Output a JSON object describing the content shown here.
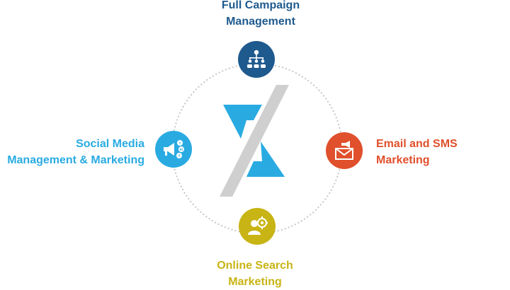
{
  "services": {
    "top": {
      "line1": "Full Campaign",
      "line2": "Management",
      "color": "#1e5a8e",
      "icon": "org-chart-icon"
    },
    "left": {
      "line1": "Social Media",
      "line2": "Management & Marketing",
      "color": "#29abe2",
      "icon": "megaphone-social-icon"
    },
    "right": {
      "line1": "Email and SMS",
      "line2": "Marketing",
      "color": "#e0502c",
      "icon": "email-megaphone-icon"
    },
    "bottom": {
      "line1": "Online Search",
      "line2": "Marketing",
      "color": "#c8b414",
      "icon": "user-search-gear-icon"
    }
  },
  "logo": {
    "icon": "brand-logo-icon",
    "primary_color": "#29abe2",
    "secondary_color": "#cfcfcf"
  },
  "ring_color": "#c8c8c8"
}
